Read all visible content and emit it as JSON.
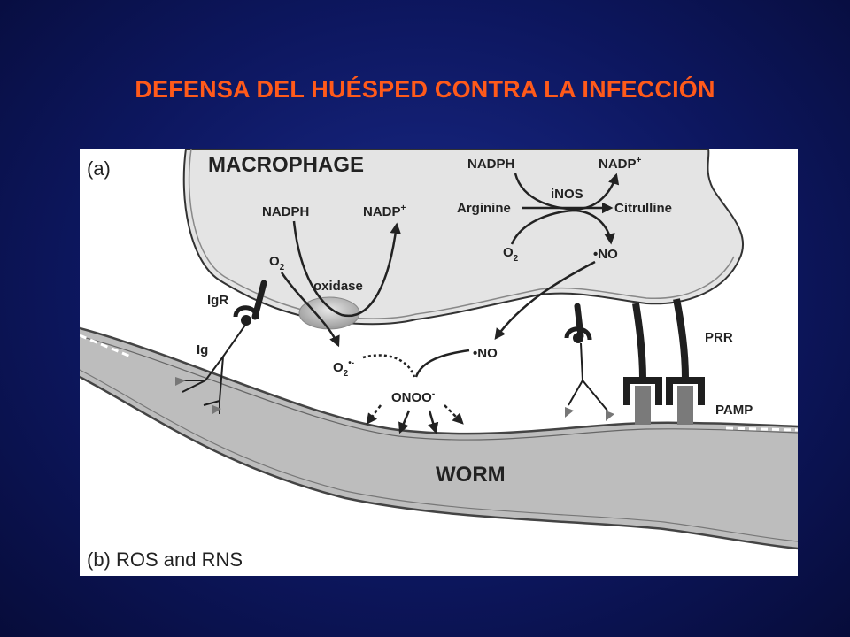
{
  "slide": {
    "title": "DEFENSA DEL HUÉSPED CONTRA LA INFECCIÓN"
  },
  "figure": {
    "panel_a": "(a)",
    "panel_b": "(b) ROS and RNS",
    "macrophage": "MACROPHAGE",
    "worm": "WORM",
    "labels": {
      "nadph_left": "NADPH",
      "nadp_left": "NADP",
      "o2_left": "O",
      "oxidase": "oxidase",
      "nadph_right": "NADPH",
      "nadp_right": "NADP",
      "inos": "iNOS",
      "arginine": "Arginine",
      "citrulline": "Citrulline",
      "o2_right": "O",
      "no_top": "•NO",
      "no_mid": "•NO",
      "superoxide": "O",
      "onoo": "ONOO",
      "igr": "IgR",
      "ig": "Ig",
      "prr": "PRR",
      "pamp": "PAMP",
      "sub2": "2",
      "sup_plus": "+",
      "sup_minus": "-",
      "sup_dot_minus": "•-"
    }
  },
  "colors": {
    "title": "#ff5a1a",
    "cell_fill": "#e4e4e4",
    "worm_fill": "#bdbdbd",
    "receptor_dark": "#1f1f1f",
    "pamp_grey": "#7a7a7a"
  }
}
